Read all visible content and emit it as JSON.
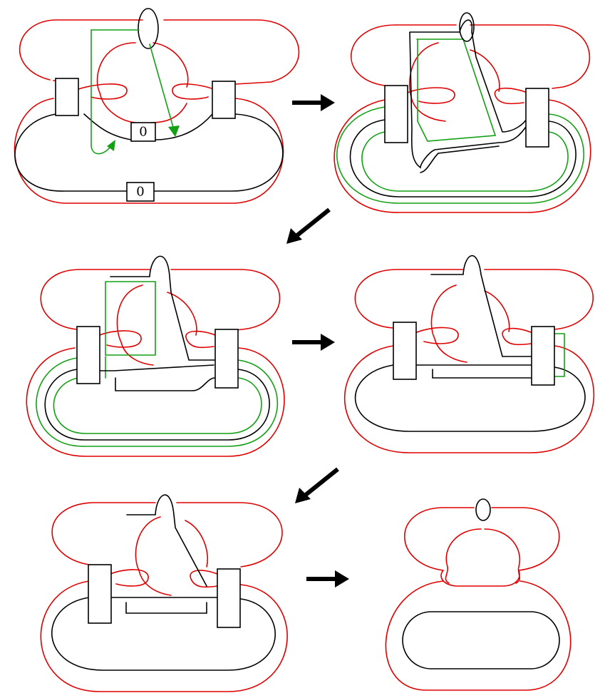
{
  "diagram": {
    "panels": [
      {
        "id": "panel-1",
        "framing_labels": [
          "0",
          "0"
        ]
      },
      {
        "id": "panel-2"
      },
      {
        "id": "panel-3"
      },
      {
        "id": "panel-4"
      },
      {
        "id": "panel-5"
      },
      {
        "id": "panel-6"
      }
    ],
    "arrows": [
      {
        "from": "panel-1",
        "to": "panel-2",
        "direction": "right"
      },
      {
        "from": "panel-2",
        "to": "panel-3",
        "direction": "down-left"
      },
      {
        "from": "panel-3",
        "to": "panel-4",
        "direction": "right"
      },
      {
        "from": "panel-4",
        "to": "panel-5",
        "direction": "down-left"
      },
      {
        "from": "panel-5",
        "to": "panel-6",
        "direction": "right"
      }
    ],
    "colors": {
      "red_curve": "#e00000",
      "black_curve": "#000000",
      "green_curve": "#14a014"
    }
  }
}
